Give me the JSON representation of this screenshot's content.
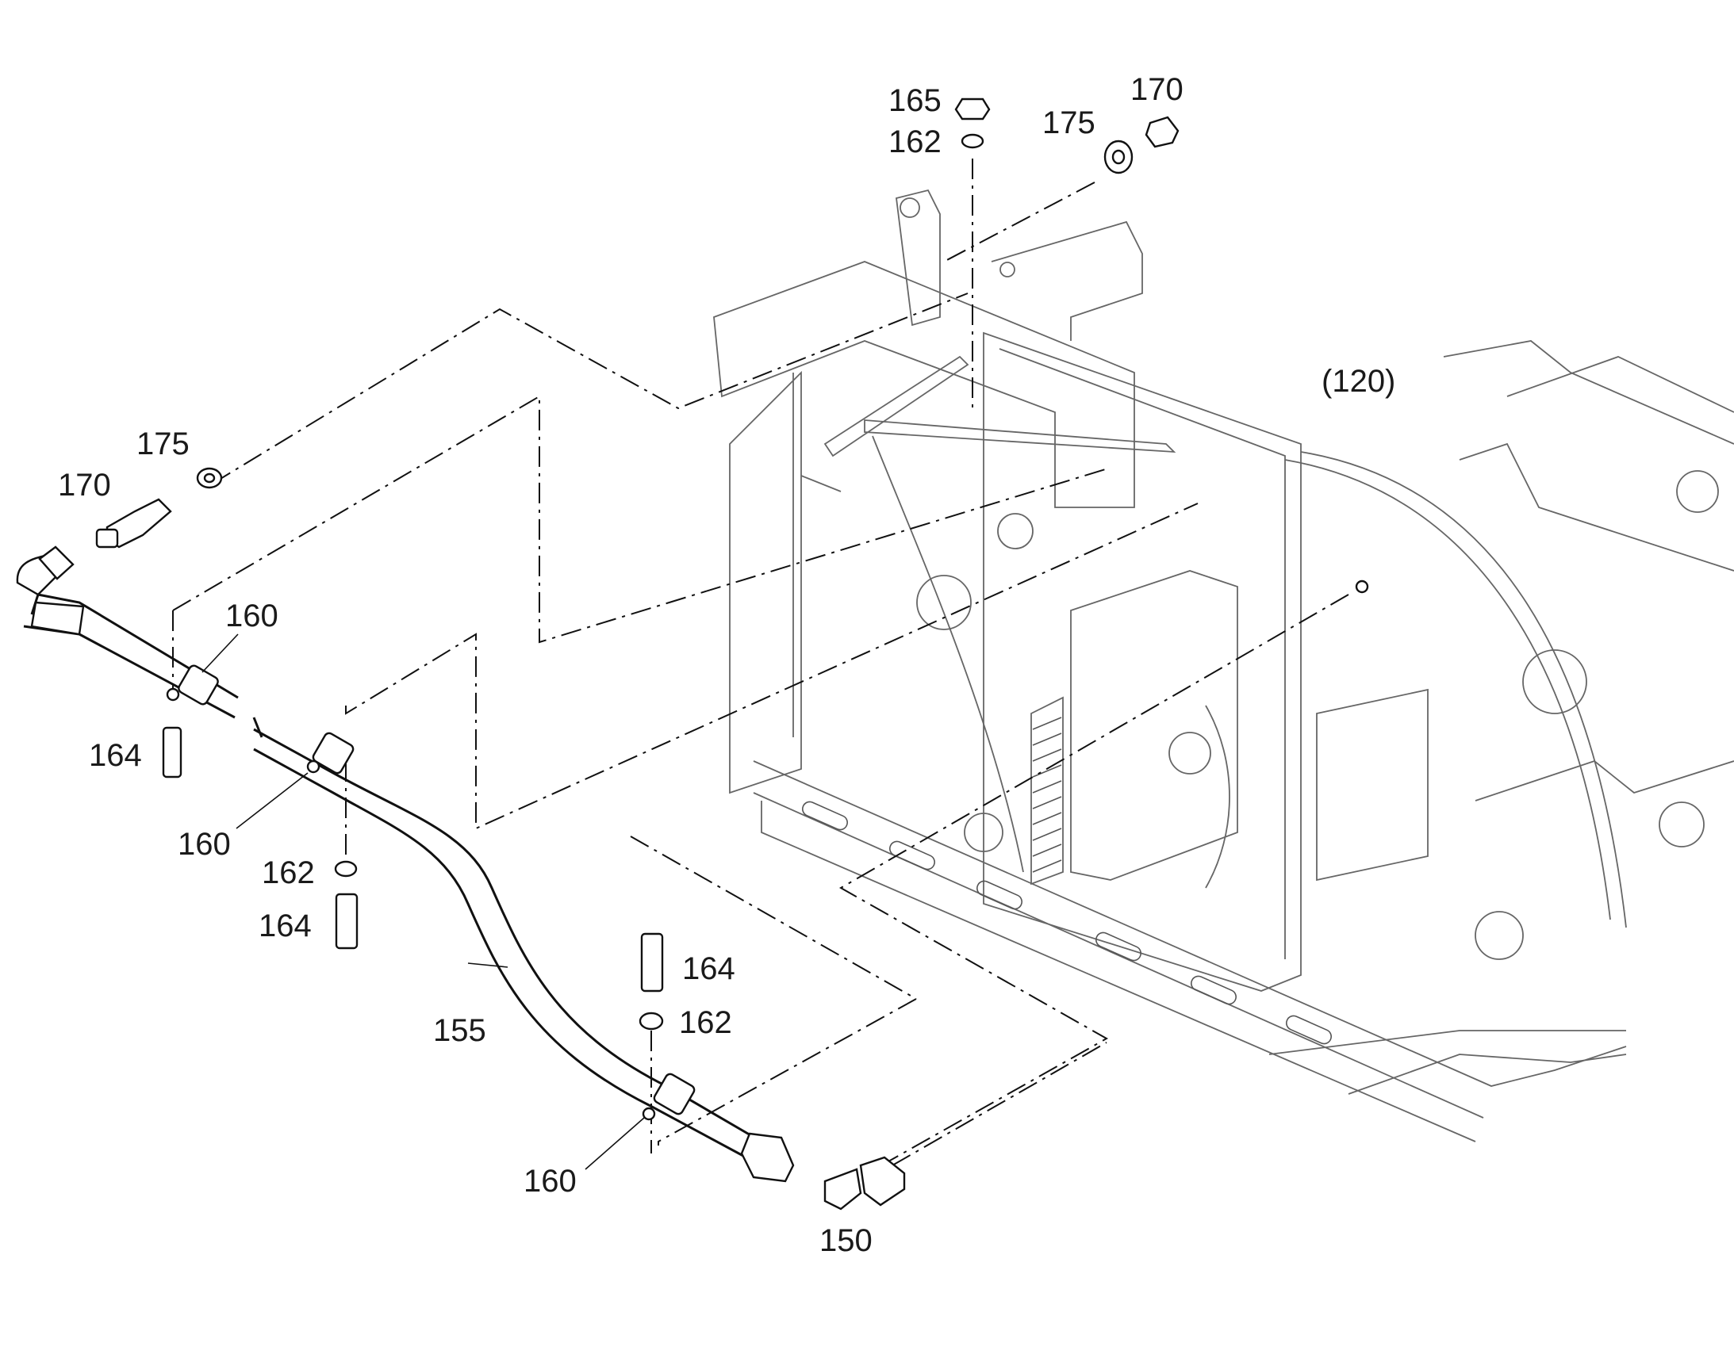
{
  "diagram": {
    "callouts": {
      "l165": "165",
      "l162_top": "162",
      "l175_top": "175",
      "l170_top": "170",
      "l120": "(120)",
      "l175_left": "175",
      "l170_left": "170",
      "l160_a": "160",
      "l164_a": "164",
      "l160_b": "160",
      "l162_b": "162",
      "l164_b": "164",
      "l155": "155",
      "l164_c": "164",
      "l162_c": "162",
      "l160_c": "160",
      "l150": "150"
    }
  }
}
